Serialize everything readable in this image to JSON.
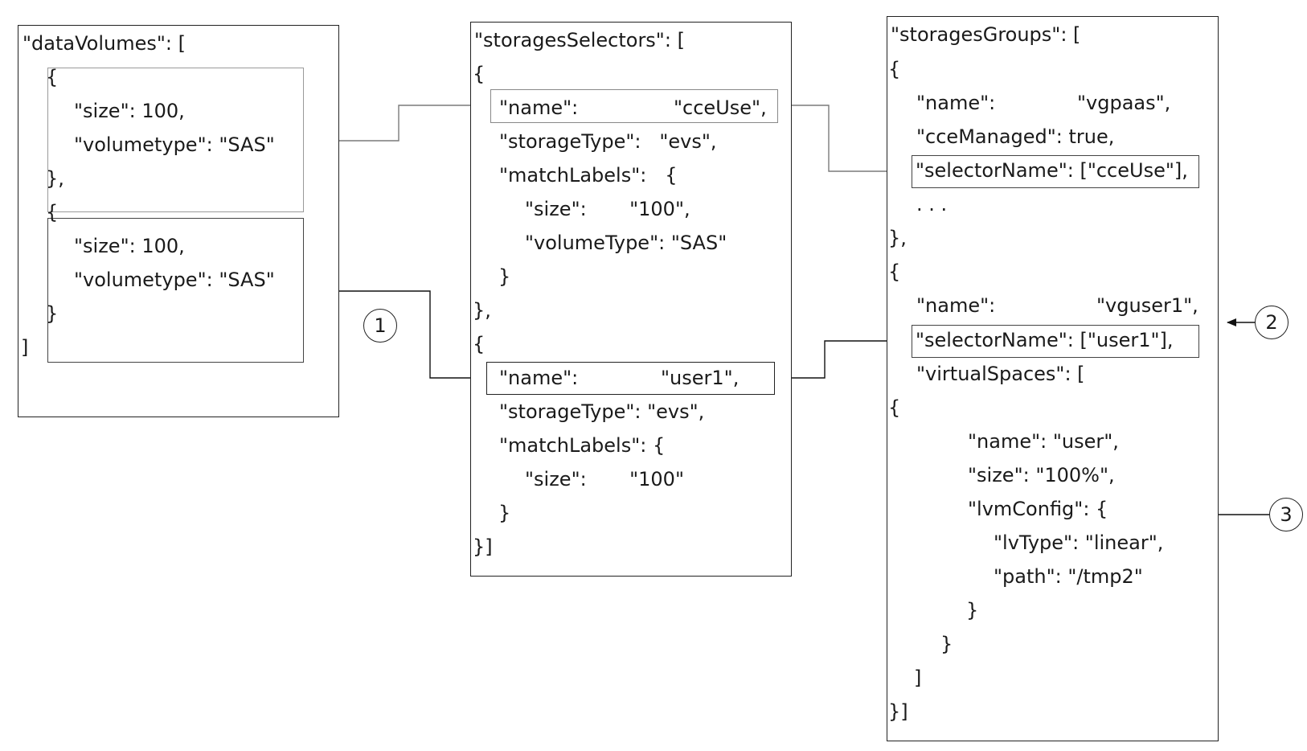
{
  "data_volumes": {
    "header": "\"dataVolumes\": [",
    "v1": {
      "open": "{",
      "size": "\"size\": 100,",
      "type": "\"volumetype\": \"SAS\"",
      "close": "},"
    },
    "v2": {
      "open": "{",
      "size": "\"size\": 100,",
      "type": "\"volumetype\": \"SAS\"",
      "close": "}"
    },
    "end": "]"
  },
  "storage_selectors": {
    "header": "\"storagesSelectors\": [",
    "s1": {
      "open": "{",
      "name_key": "\"name\":",
      "name_val": "\"cceUse\",",
      "storage_type": "\"storageType\":   \"evs\",",
      "match_labels": "\"matchLabels\":   {",
      "size": "\"size\":       \"100\",",
      "volume_type": "\"volumeType\": \"SAS\"",
      "inner_close": "}",
      "close": "},"
    },
    "s2": {
      "open": "{",
      "name_key": "\"name\":",
      "name_val": "\"user1\",",
      "storage_type": "\"storageType\": \"evs\",",
      "match_labels": "\"matchLabels\": {",
      "size": "\"size\":       \"100\"",
      "inner_close": "}",
      "close": "}]"
    }
  },
  "storage_groups": {
    "header": "\"storagesGroups\": [",
    "g1": {
      "open": "{",
      "name_key": "\"name\":",
      "name_val": "\"vgpaas\",",
      "cce_managed": "\"cceManaged\": true,",
      "selector": "\"selectorName\": [\"cceUse\"],",
      "ellipsis": ". . .",
      "close": "},"
    },
    "g2": {
      "open": "{",
      "name_key": "\"name\":",
      "name_val": "\"vguser1\",",
      "selector": "\"selectorName\": [\"user1\"],",
      "virtual_spaces": "\"virtualSpaces\": [",
      "vs_open": "{",
      "vs_name": "\"name\": \"user\",",
      "vs_size": "\"size\": \"100%\",",
      "lvm_config": "\"lvmConfig\": {",
      "lv_type": "\"lvType\": \"linear\",",
      "path": "\"path\": \"/tmp2\"",
      "lvm_close": "}",
      "vs_close": "}",
      "vs_array_close": "]",
      "close": "}]"
    }
  },
  "callouts": {
    "c1": "1",
    "c2": "2",
    "c3": "3"
  }
}
